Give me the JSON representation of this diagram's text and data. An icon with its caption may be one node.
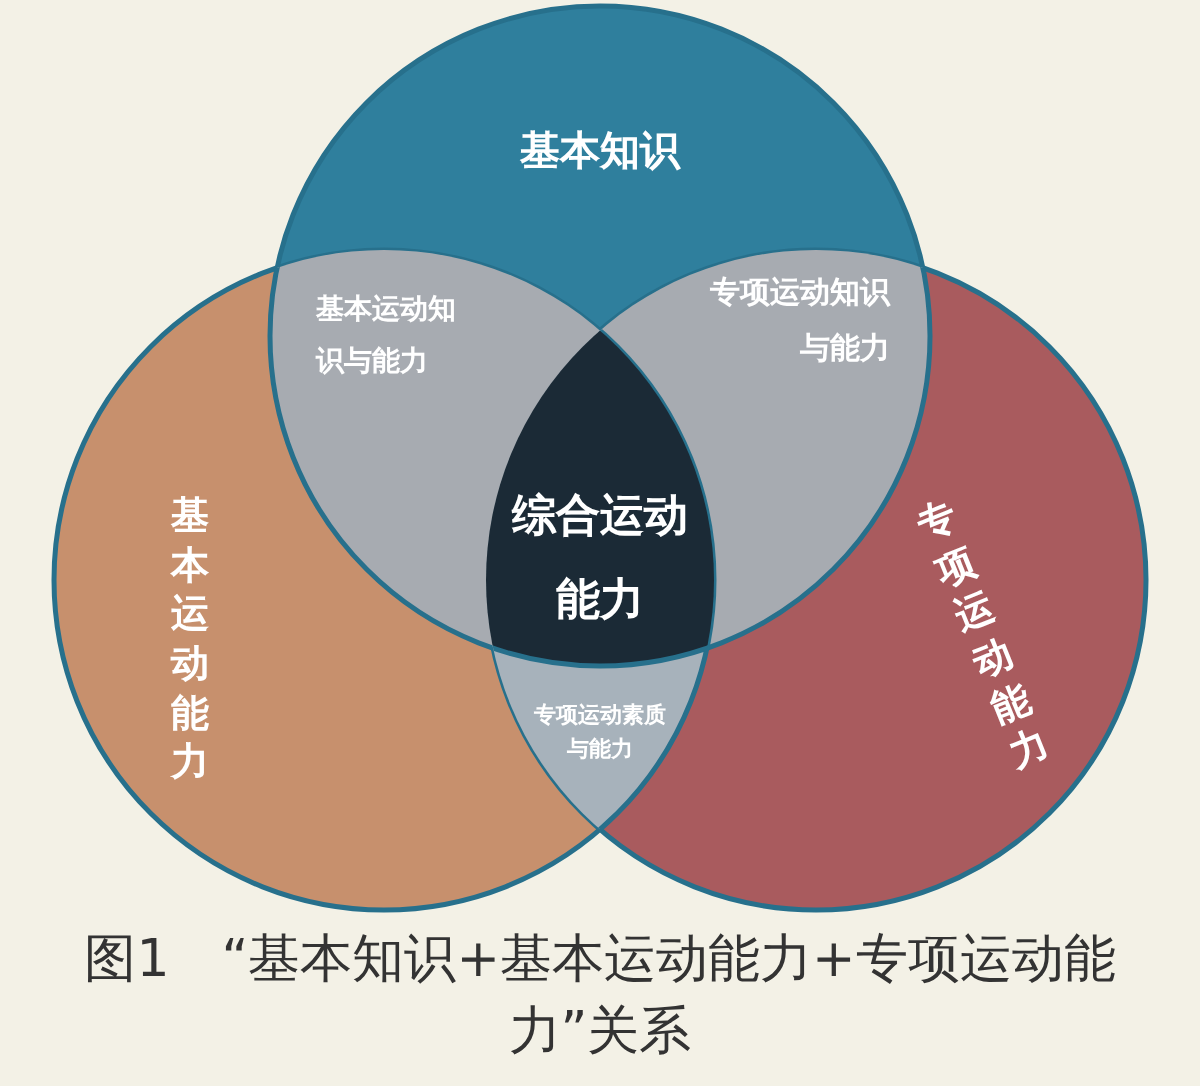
{
  "diagram": {
    "caption": "图1　“基本知识+基本运动能力+专项运动能力”关系",
    "nodes": [
      {
        "text": [
          "基本知识"
        ]
      },
      {
        "text": [
          "基本运动知识与能力"
        ]
      },
      {
        "text": [
          "专项运动知识与能力"
        ]
      },
      {
        "text": [
          "综合运动能力"
        ]
      },
      {
        "text": [
          "基本运动能力"
        ]
      },
      {
        "text": [
          "专项运动能力"
        ]
      },
      {
        "text": [
          "专项运动素质与能力"
        ]
      }
    ]
  }
}
